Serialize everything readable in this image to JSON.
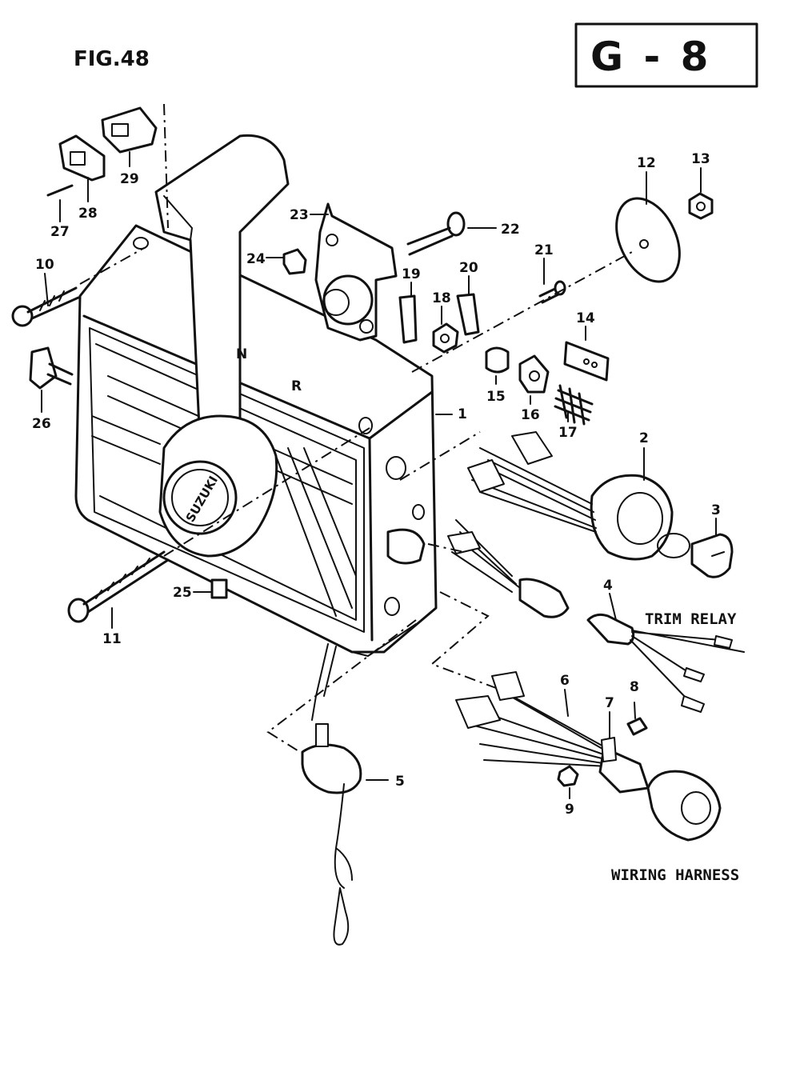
{
  "figure": "FIG.48",
  "section_code": "G - 8",
  "brand": "SUZUKI",
  "captions": {
    "trim_relay": "TRIM RELAY",
    "wiring_harness": "WIRING HARNESS"
  },
  "shift_markers": [
    "N",
    "R"
  ],
  "callouts": [
    "1",
    "2",
    "3",
    "4",
    "5",
    "6",
    "7",
    "8",
    "9",
    "10",
    "11",
    "12",
    "13",
    "14",
    "15",
    "16",
    "17",
    "18",
    "19",
    "20",
    "21",
    "22",
    "23",
    "24",
    "25",
    "26",
    "27",
    "28",
    "29"
  ]
}
